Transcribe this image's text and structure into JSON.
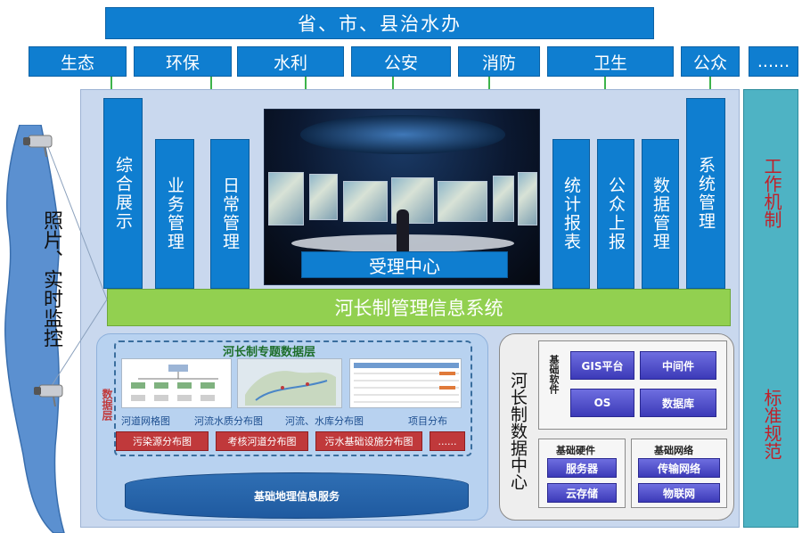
{
  "top_title": "省、市、县治水办",
  "departments": [
    "生态",
    "环保",
    "水利",
    "公安",
    "消防",
    "卫生",
    "公众",
    "......"
  ],
  "left_modules": [
    "综合展示",
    "业务管理",
    "日常管理"
  ],
  "right_modules": [
    "统计报表",
    "公众上报",
    "数据管理",
    "系统管理"
  ],
  "reception_center": "受理中心",
  "system_bar": "河长制管理信息系统",
  "monitoring": "照片、实时监控",
  "right_column": {
    "top": "工作机制",
    "bottom": "标准规范"
  },
  "data_layer": {
    "title": "河长制专题数据层",
    "side_label": "数据层",
    "thumb_captions": [
      "河道网格图",
      "河流水质分布图",
      "河流、水库分布图",
      "项目分布"
    ],
    "red_buttons": [
      "污染源分布图",
      "考核河道分布图",
      "污水基础设施分布图",
      "......"
    ],
    "base_service": "基础地理信息服务"
  },
  "data_center": {
    "title": "河长制数据中心",
    "software_label": "基础软件",
    "software_items": [
      "GIS平台",
      "中间件",
      "OS",
      "数据库"
    ],
    "hardware_label": "基础硬件",
    "hardware_items": [
      "服务器",
      "云存储"
    ],
    "network_label": "基础网络",
    "network_items": [
      "传输网络",
      "物联网"
    ]
  },
  "colors": {
    "blue": "#0f7ed0",
    "green_bar": "#92d050",
    "panel": "#c9d8ee",
    "right_column": "#4eb3c4",
    "red_text": "#c0212a",
    "purple": "#3c3ab8"
  }
}
